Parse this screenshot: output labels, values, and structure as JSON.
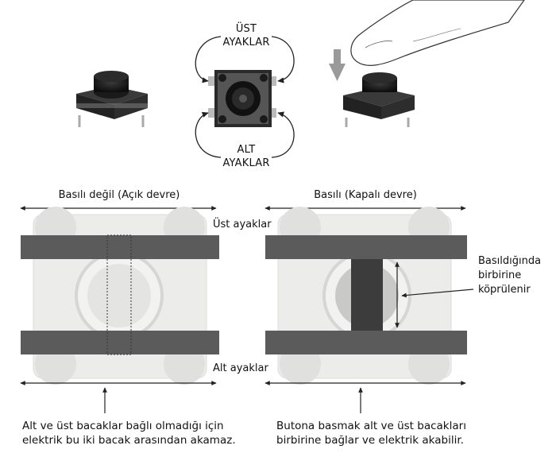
{
  "top": {
    "upper_pins_label": "ÜST\nAYAKLAR",
    "lower_pins_label": "ALT\nAYAKLAR"
  },
  "left_panel": {
    "title": "Basılı değil (Açık devre)",
    "caption": "Alt ve üst bacaklar bağlı olmadığı için\nelektrik bu iki bacak arasından akamaz."
  },
  "right_panel": {
    "title": "Basılı (Kapalı devre)",
    "caption": "Butona basmak alt ve üst bacakları\nbirbirine bağlar ve elektrik akabilir.",
    "bridge_note": "Basıldığında\nbirbirine\nköprülenir"
  },
  "middle": {
    "upper_legs_label": "Üst ayaklar",
    "lower_legs_label": "Alt ayaklar"
  },
  "colors": {
    "bar": "#5b5b5b",
    "bridge": "#3c3c3c",
    "ghost": "#e6e6e4",
    "arrow": "#9a9a9a"
  }
}
